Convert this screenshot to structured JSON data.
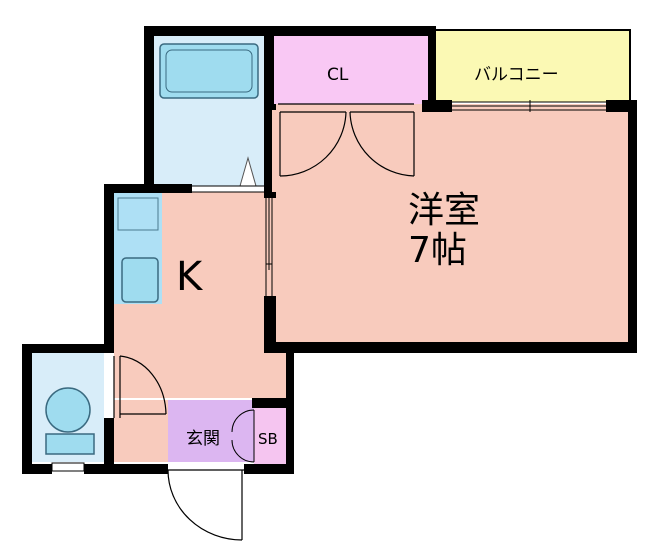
{
  "rooms": {
    "western": {
      "name": "洋室",
      "size": "7帖"
    },
    "kitchen": {
      "name": "K"
    },
    "closet": {
      "name": "CL"
    },
    "balcony": {
      "name": "バルコニー"
    },
    "entrance": {
      "name": "玄関"
    },
    "shoebox": {
      "name": "SB"
    }
  },
  "colors": {
    "western": "#f8cbbd",
    "kitchen": "#f8cbbd",
    "closet": "#f9c8f4",
    "balcony": "#fbf9b4",
    "entrance": "#dcb6f1",
    "shoebox": "#f5c5f0",
    "bath": "#d8edf9",
    "fixture": "#9fdcef",
    "wall": "#000000"
  }
}
